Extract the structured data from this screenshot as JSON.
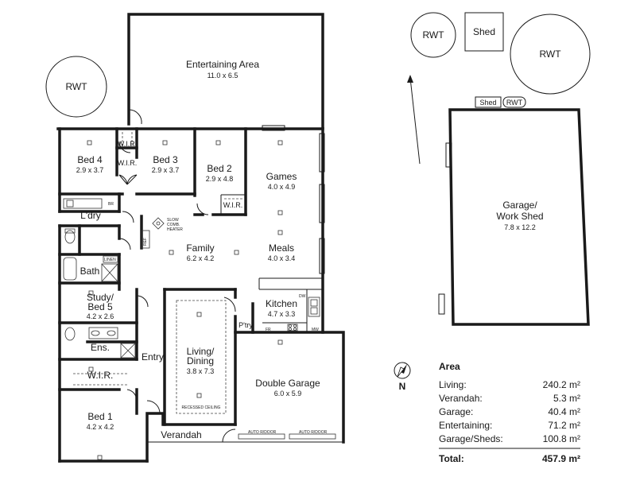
{
  "rooms": {
    "entertaining": {
      "name": "Entertaining Area",
      "dim": "11.0 x 6.5"
    },
    "bed4": {
      "name": "Bed 4",
      "dim": "2.9 x 3.7"
    },
    "bed3": {
      "name": "Bed 3",
      "dim": "2.9 x 3.7"
    },
    "bed2": {
      "name": "Bed 2",
      "dim": "2.9 x 4.8"
    },
    "games": {
      "name": "Games",
      "dim": "4.0 x 4.9"
    },
    "family": {
      "name": "Family",
      "dim": "6.2 x 4.2"
    },
    "meals": {
      "name": "Meals",
      "dim": "4.0 x 3.4"
    },
    "study": {
      "name": "Study/",
      "name2": "Bed 5",
      "dim": "4.2 x 2.6"
    },
    "kitchen": {
      "name": "Kitchen",
      "dim": "4.7 x 3.3"
    },
    "living": {
      "name": "Living/",
      "name2": "Dining",
      "dim": "3.8 x 7.3"
    },
    "double_garage": {
      "name": "Double Garage",
      "dim": "6.0 x 5.9"
    },
    "bed1": {
      "name": "Bed 1",
      "dim": "4.2 x 4.2"
    },
    "garage_shed": {
      "name": "Garage/",
      "name2": "Work Shed",
      "dim": "7.8 x 12.2"
    }
  },
  "labels": {
    "wir": "W.I.R.",
    "ldry": "L'dry",
    "bath": "Bath",
    "ens": "Ens.",
    "entry": "Entry",
    "verandah": "Verandah",
    "ptry": "P'try",
    "rwt": "RWT",
    "shed": "Shed",
    "br": "BR",
    "linen": "LINEN",
    "ref": "REF",
    "slow_comb_heater_1": "SLOW",
    "slow_comb_heater_2": "COMB.",
    "slow_comb_heater_3": "HEATER",
    "dw": "DW",
    "fr": "FR",
    "mw": "MW",
    "auto_door_1": "AUTO R/DOOR",
    "auto_door_2": "AUTO R/DOOR",
    "recessed_ceiling": "RECESSED CEILING",
    "north": "N"
  },
  "area_table": {
    "title": "Area",
    "rows": [
      {
        "label": "Living:",
        "value": "240.2 m²"
      },
      {
        "label": "Verandah:",
        "value": "5.3 m²"
      },
      {
        "label": "Garage:",
        "value": "40.4 m²"
      },
      {
        "label": "Entertaining:",
        "value": "71.2 m²"
      },
      {
        "label": "Garage/Sheds:",
        "value": "100.8 m²"
      }
    ],
    "total_label": "Total:",
    "total_value": "457.9 m²"
  }
}
